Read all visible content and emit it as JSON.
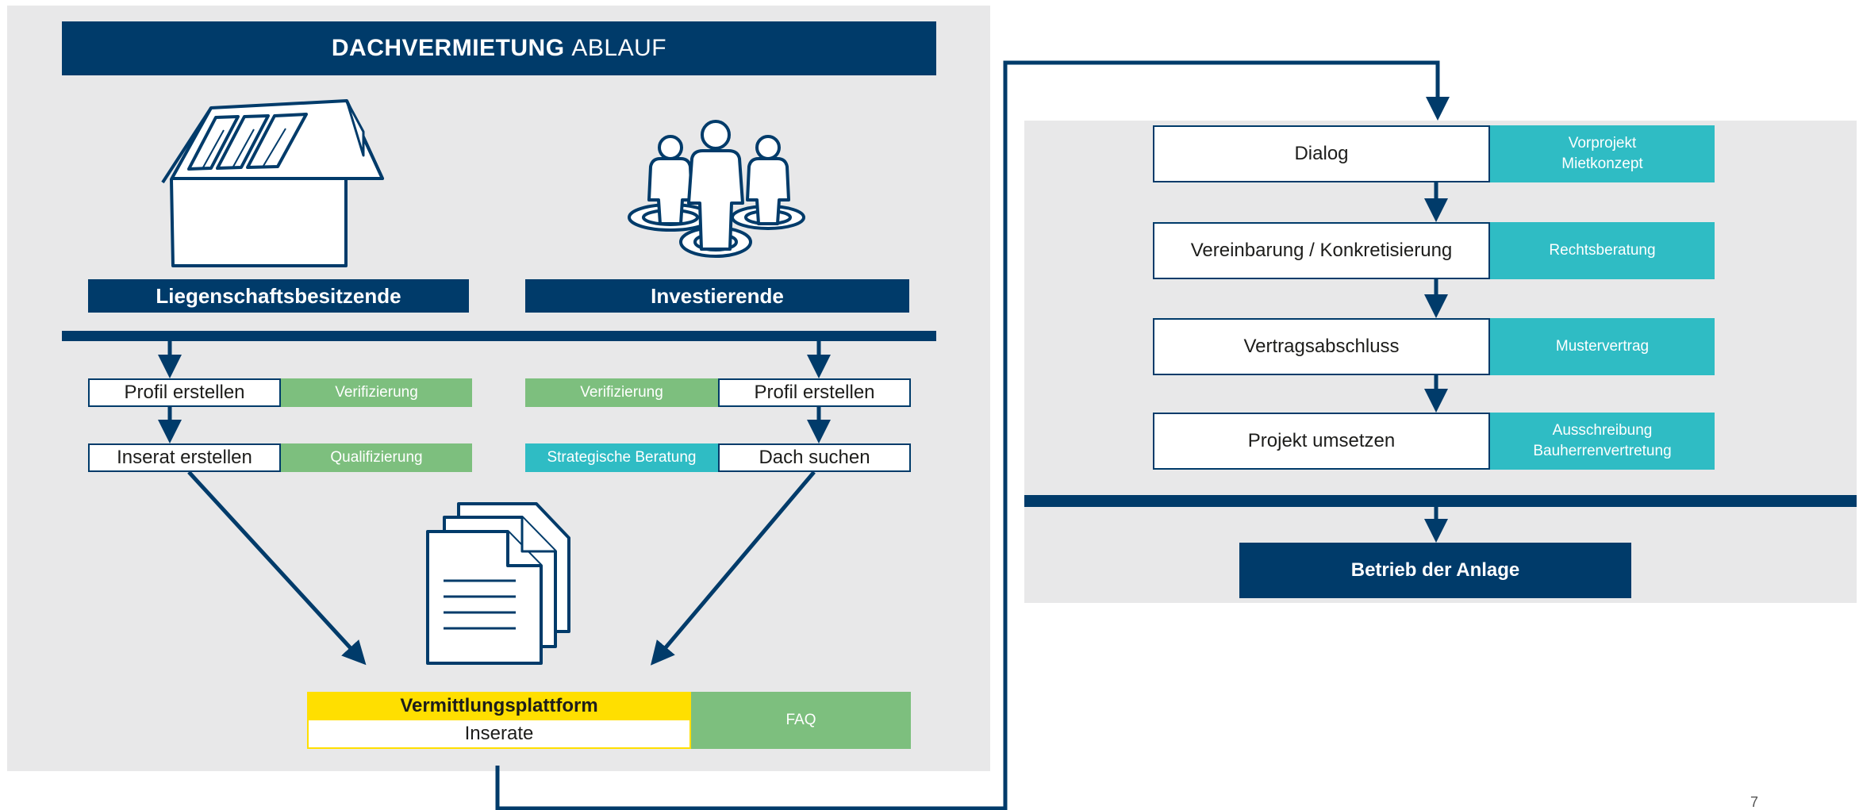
{
  "left": {
    "title_bold": "DACHVERMIETUNG",
    "title_rest": "ABLAUF",
    "owner_label": "Liegenschaftsbesitzende",
    "investor_label": "Investierende",
    "owner_steps": [
      {
        "label": "Profil erstellen",
        "tag": "Verifizierung"
      },
      {
        "label": "Inserat erstellen",
        "tag": "Qualifizierung"
      }
    ],
    "investor_steps": [
      {
        "label": "Profil erstellen",
        "tag": "Verifizierung"
      },
      {
        "label": "Dach suchen",
        "tag": "Strategische Beratung"
      }
    ],
    "platform_title": "Vermittlungsplattform",
    "platform_sub": "Inserate",
    "faq": "FAQ"
  },
  "right": {
    "steps": [
      {
        "label": "Dialog",
        "tag_lines": [
          "Vorprojekt",
          "Mietkonzept"
        ]
      },
      {
        "label": "Vereinbarung / Konkretisierung",
        "tag_lines": [
          "Rechtsberatung"
        ]
      },
      {
        "label": "Vertragsabschluss",
        "tag_lines": [
          "Mustervertrag"
        ]
      },
      {
        "label": "Projekt umsetzen",
        "tag_lines": [
          "Ausschreibung",
          "Bauherrenvertretung"
        ]
      }
    ],
    "final": "Betrieb der Anlage"
  },
  "page_number": "7",
  "colors": {
    "navy": "#003b6a",
    "green": "#7dbf7e",
    "teal": "#2fbcc4",
    "yellow": "#ffdf00",
    "panel": "#e8e8e9"
  }
}
